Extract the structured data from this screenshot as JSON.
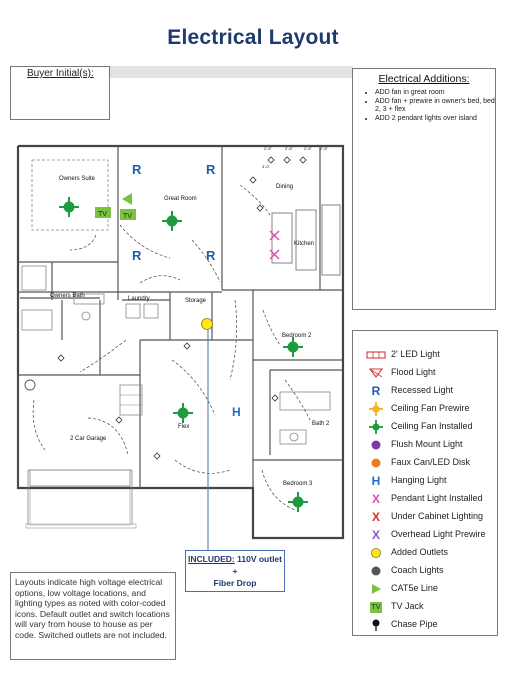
{
  "title": "Electrical Layout",
  "buyer_initials_label": "Buyer Initial(s):",
  "additions": {
    "title": "Electrical Additions:",
    "items": [
      "ADD fan in great room",
      "ADD fan + prewire in owner's bed, bed 2, 3 + flex",
      "ADD 2 pendant lights over island"
    ]
  },
  "rooms": {
    "owners_suite": "Owners Suite",
    "great_room": "Great Room",
    "dining": "Dining",
    "kitchen": "Kitchen",
    "owners_bath": "Owners Bath",
    "laundry": "Laundry",
    "storage": "Storage",
    "bedroom2": "Bedroom 2",
    "bath2": "Bath 2",
    "bedroom3": "Bedroom 3",
    "flex": "Flex",
    "garage": "2 Car Garage"
  },
  "plan_marks": {
    "recessed": "R",
    "tv": "TV",
    "hanging": "H"
  },
  "dimensions": [
    "2'-6\"",
    "2'-6\"",
    "2'-6\"",
    "2'-6\"",
    "3'-0\""
  ],
  "legend": [
    {
      "icon": "led-light-icon",
      "label": "2' LED Light",
      "color": "#d33a3a"
    },
    {
      "icon": "flood-light-icon",
      "label": "Flood Light",
      "color": "#d33a3a"
    },
    {
      "icon": "recessed-light-icon",
      "label": "Recessed Light",
      "color": "#1b5fa8",
      "glyph": "R"
    },
    {
      "icon": "ceiling-fan-prewire-icon",
      "label": "Ceiling Fan Prewire",
      "color": "#f3b21a"
    },
    {
      "icon": "ceiling-fan-installed-icon",
      "label": "Ceiling Fan Installed",
      "color": "#1f9b3f"
    },
    {
      "icon": "flush-mount-light-icon",
      "label": "Flush Mount Light",
      "color": "#7b3aa8"
    },
    {
      "icon": "faux-can-led-disk-icon",
      "label": "Faux Can/LED Disk",
      "color": "#ee7d22"
    },
    {
      "icon": "hanging-light-icon",
      "label": "Hanging Light",
      "color": "#1b6fc8",
      "glyph": "H"
    },
    {
      "icon": "pendant-light-installed-icon",
      "label": "Pendant Light Installed",
      "color": "#e24fb4",
      "glyph": "X"
    },
    {
      "icon": "under-cabinet-lighting-icon",
      "label": "Under Cabinet Lighting",
      "color": "#d92b2b",
      "glyph": "X"
    },
    {
      "icon": "overhead-light-prewire-icon",
      "label": "Overhead Light Prewire",
      "color": "#8a5ad0",
      "glyph": "X"
    },
    {
      "icon": "added-outlet-icon",
      "label": "Added Outlets",
      "color": "#ffe818"
    },
    {
      "icon": "coach-light-icon",
      "label": "Coach Lights",
      "color": "#555555"
    },
    {
      "icon": "cat5e-line-icon",
      "label": "CAT5e Line",
      "color": "#7bc142"
    },
    {
      "icon": "tv-jack-icon",
      "label": "TV Jack",
      "color": "#7bc142",
      "glyph": "TV"
    },
    {
      "icon": "chase-pipe-icon",
      "label": "Chase Pipe",
      "color": "#111111"
    }
  ],
  "included": {
    "label": "INCLUDED:",
    "text_line1": "110V outlet +",
    "text_line2": "Fiber Drop"
  },
  "note": "Layouts indicate high voltage electrical options, low voltage locations, and lighting types as noted with color-coded icons. Default outlet and switch locations will vary from house to house as per code. Switched outlets are not included."
}
